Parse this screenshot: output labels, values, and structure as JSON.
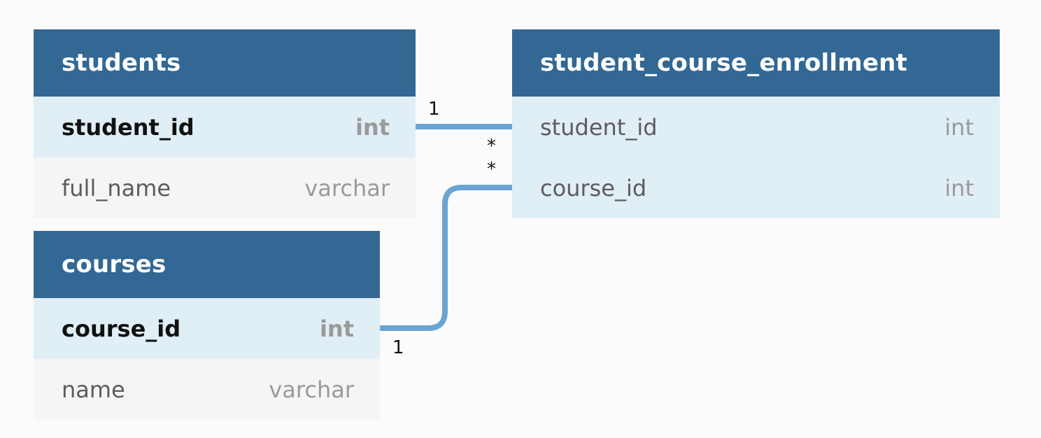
{
  "tables": {
    "students": {
      "title": "students",
      "columns": [
        {
          "name": "student_id",
          "type": "int"
        },
        {
          "name": "full_name",
          "type": "varchar"
        }
      ]
    },
    "enrollment": {
      "title": "student_course_enrollment",
      "columns": [
        {
          "name": "student_id",
          "type": "int"
        },
        {
          "name": "course_id",
          "type": "int"
        }
      ]
    },
    "courses": {
      "title": "courses",
      "columns": [
        {
          "name": "course_id",
          "type": "int"
        },
        {
          "name": "name",
          "type": "varchar"
        }
      ]
    }
  },
  "relations": [
    {
      "from": "students.student_id",
      "to": "student_course_enrollment.student_id",
      "from_card": "1",
      "to_card": "*"
    },
    {
      "from": "courses.course_id",
      "to": "student_course_enrollment.course_id",
      "from_card": "1",
      "to_card": "*"
    }
  ],
  "colors": {
    "header": "#336894",
    "connector": "#6aa4d2",
    "key_row": "#e0eef5",
    "plain_row": "#f5f5f5"
  }
}
